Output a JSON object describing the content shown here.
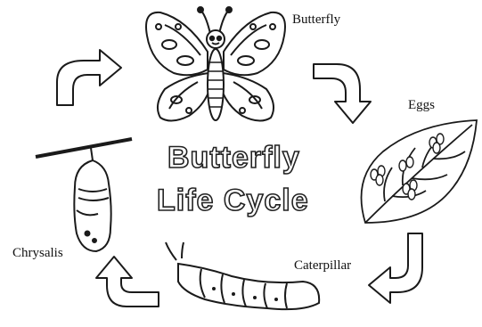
{
  "title": {
    "line1": "Butterfly",
    "line2": "Life Cycle"
  },
  "stages": {
    "butterfly": "Butterfly",
    "eggs": "Eggs",
    "caterpillar": "Caterpillar",
    "chrysalis": "Chrysalis"
  },
  "icons": {
    "butterfly": "butterfly-icon",
    "eggs": "leaf-with-eggs-icon",
    "caterpillar": "caterpillar-icon",
    "chrysalis": "chrysalis-icon",
    "arrows": "curved-arrow-icon"
  },
  "colors": {
    "line": "#1a1a1a",
    "background": "#ffffff"
  }
}
